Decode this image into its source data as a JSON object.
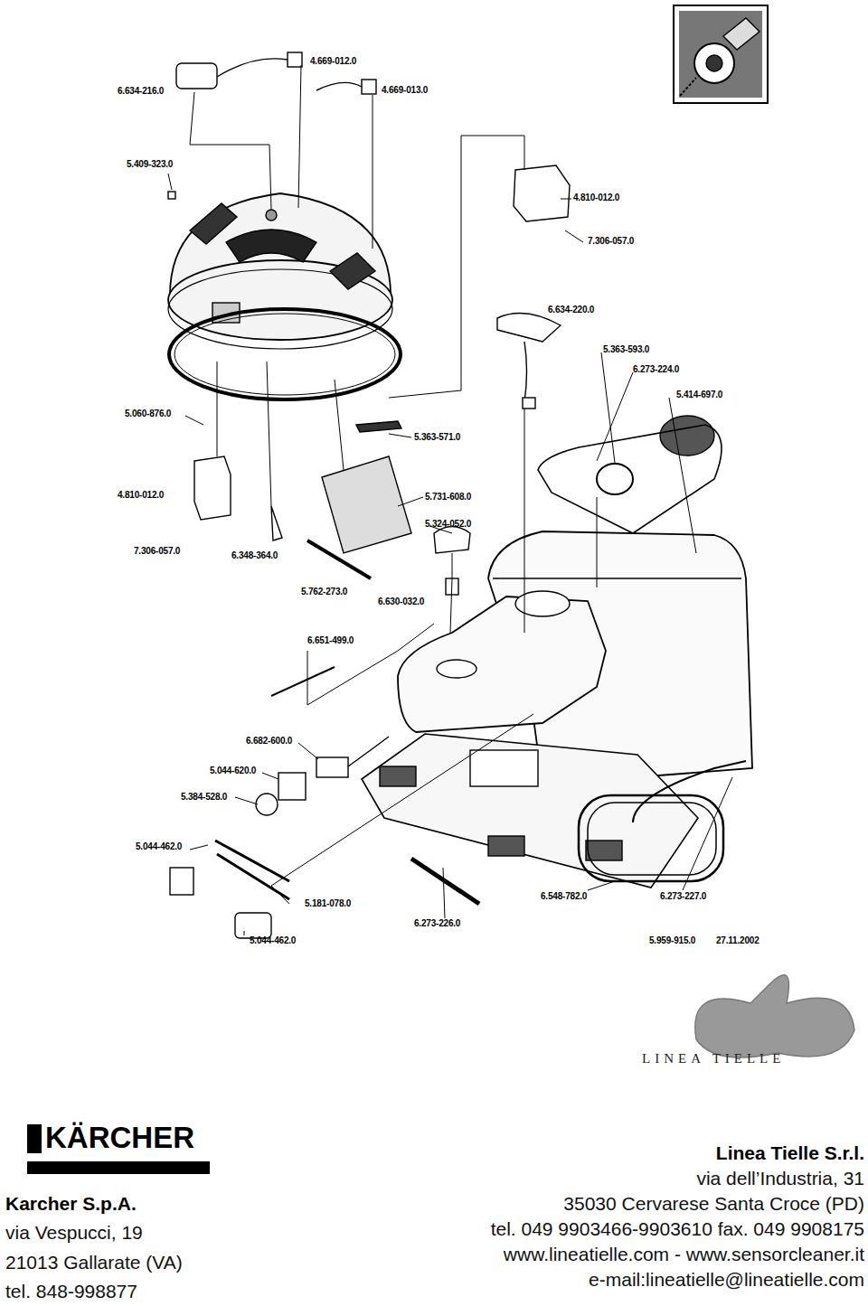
{
  "diagram": {
    "labels": [
      "6.634-216.0",
      "4.669-012.0",
      "4.669-013.0",
      "5.409-323.0",
      "4.810-012.0",
      "7.306-057.0",
      "6.634-220.0",
      "5.363-593.0",
      "6.273-224.0",
      "5.414-697.0",
      "5.060-876.0",
      "5.363-571.0",
      "5.731-608.0",
      "5.324-052.0",
      "4.810-012.0",
      "7.306-057.0",
      "6.348-364.0",
      "5.762-273.0",
      "6.630-032.0",
      "6.651-499.0",
      "6.682-600.0",
      "5.044-620.0",
      "5.384-528.0",
      "5.044-462.0",
      "5.181-078.0",
      "6.273-226.0",
      "5.044-462.0",
      "6.548-782.0",
      "6.273-227.0",
      "5.959-915.0",
      "27.11.2002",
      "LINEA TIELLE",
      "KÄRCHER",
      "Karcher S.p.A.",
      "via Vespucci, 19",
      "21013 Gallarate (VA)",
      "tel. 848-998877",
      "Linea Tielle S.r.l.",
      "via dell’Industria, 31",
      "35030 Cervarese Santa Croce (PD)",
      "tel. 049 9903466-9903610 fax. 049 9908175",
      "www.lineatielle.com - www.sensorcleaner.it",
      "e-mail:lineatielle@lineatielle.com"
    ]
  }
}
